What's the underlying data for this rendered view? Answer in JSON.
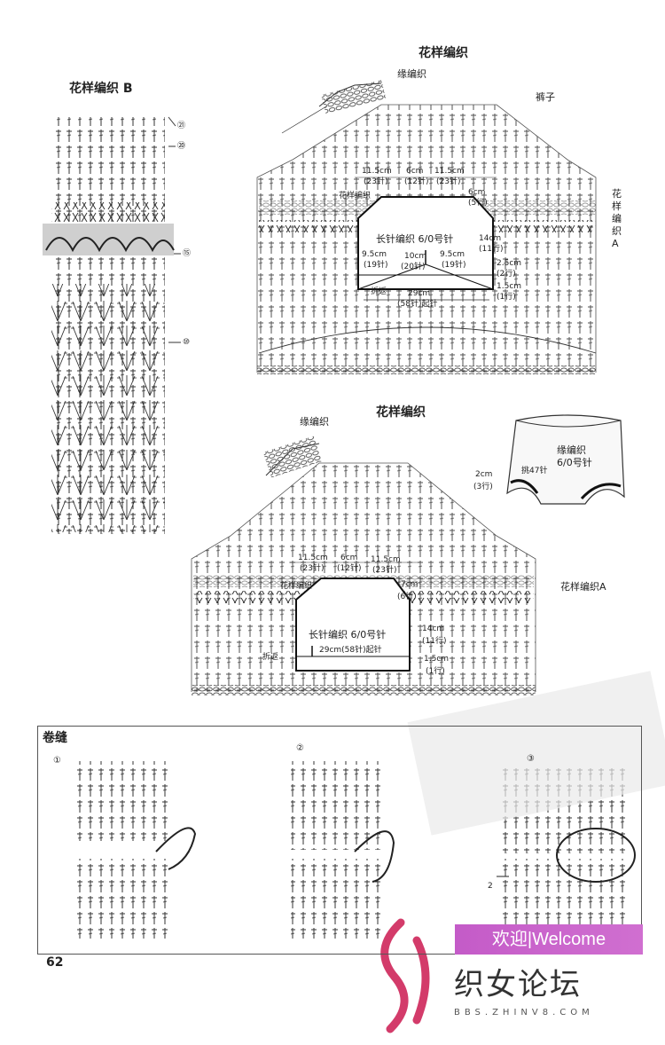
{
  "titles": {
    "pattern_b": "花样编织 B",
    "top_main": "花样编织",
    "mid_main": "花样编织",
    "pants": "裤子",
    "edge_top": "缘编织",
    "edge_mid": "缘编织"
  },
  "top_diagram": {
    "side_label": "花样编织A",
    "pattern_label": "花样编织",
    "dims": {
      "w_left": "11.5cm",
      "w_left_st": "(23针)",
      "w_mid": "6cm",
      "w_mid_st": "(12针)",
      "w_right": "11.5cm",
      "w_right_st": "(23针)",
      "h_top": "6cm",
      "h_top_r": "(5行)",
      "body_text": "长针编织  6/0号针",
      "side_left": "9.5cm",
      "side_left_st": "(19针)",
      "center": "10cm",
      "center_st": "(20针)",
      "side_right": "9.5cm",
      "side_right_st": "(19针)",
      "h_body": "14cm",
      "h_body_r": "(11行)",
      "h_a": "2.5cm",
      "h_a_r": "(2行)",
      "h_b": "1.5cm",
      "h_b_r": "(1行)",
      "fold": "折返",
      "base": "29cm",
      "base_st": "(58针)起针"
    }
  },
  "pants_info": {
    "edge": "缘编织",
    "needle": "6/0号针",
    "pick": "挑47针",
    "h": "2cm",
    "h_r": "(3行)"
  },
  "mid_diagram": {
    "side_label": "花样编织A",
    "pattern_label": "花样编织",
    "dims": {
      "w_left": "11.5cm",
      "w_left_st": "(23针)",
      "w_mid": "6cm",
      "w_mid_st": "(12针)",
      "w_right": "11.5cm",
      "w_right_st": "(23针)",
      "h_top": "7cm",
      "h_top_r": "(6行)",
      "body_text": "长针编织  6/0号针",
      "base": "29cm(58针)起针",
      "h_body": "14cm",
      "h_body_r": "(11行)",
      "h_b": "1.5cm",
      "h_b_r": "(1行)",
      "fold": "折返"
    }
  },
  "seam": {
    "title": "卷缝",
    "steps": [
      "①",
      "②",
      "③"
    ],
    "arrow_label": "2"
  },
  "row_marks_b": [
    "㉑",
    "⑳",
    "⑮",
    "⑩"
  ],
  "page_number": "62",
  "banner": "欢迎|Welcome",
  "brand": "织女论坛",
  "url": "BBS.ZHINV8.COM"
}
